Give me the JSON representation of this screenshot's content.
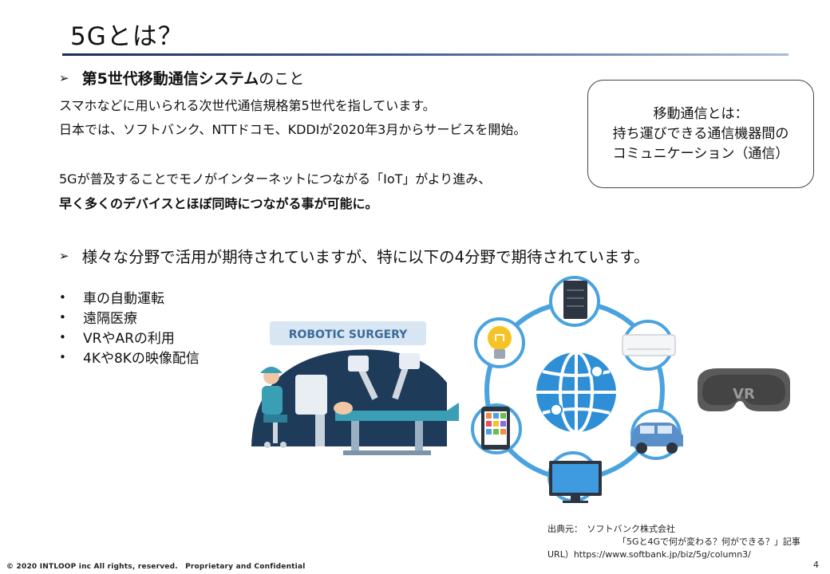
{
  "slide": {
    "title": "5Gとは？",
    "section1": {
      "arrow": "➢",
      "heading_bold": "第5世代移動通信システム",
      "heading_rest": "のこと",
      "line1": "スマホなどに用いられる次世代通信規格第5世代を指しています。",
      "line2": "日本では、ソフトバンク、NTTドコモ、KDDIが2020年3月からサービスを開始。",
      "line3": "5Gが普及することでモノがインターネットにつながる「IoT」がより進み、",
      "line4": "早く多くのデバイスとほぼ同時につながる事が可能に。"
    },
    "callout": {
      "line1": "移動通信とは：",
      "line2": "持ち運びできる通信機器間の",
      "line3": "コミュニケーション（通信）"
    },
    "section2": {
      "arrow": "➢",
      "heading": "様々な分野で活用が期待されていますが、特に以下の4分野で期待されています。"
    },
    "fields": [
      {
        "bullet": "•",
        "label": "車の自動運転"
      },
      {
        "bullet": "•",
        "label": "遠隔医療"
      },
      {
        "bullet": "•",
        "label": "VRやARの利用"
      },
      {
        "bullet": "•",
        "label": "4Kや8Kの映像配信"
      }
    ],
    "illustrations": {
      "surgery_banner": "ROBOTIC SURGERY",
      "vr_label": "VR"
    },
    "source": {
      "line1": "出典元：　ソフトバンク株式会社",
      "line2": "「5Gと4Gで何が変わる？何ができる？」記事",
      "line3": "URL）https://www.softbank.jp/biz/5g/column3/"
    },
    "footer": "© 2020 INTLOOP inc All rights, reserved.　Proprietary and Confidential",
    "page_number": "4",
    "colors": {
      "title_rule_dark": "#1c2b57",
      "title_rule_light": "#a9bcd6",
      "network_blue": "#4aa3df",
      "surgery_navy": "#1f3b5a"
    }
  }
}
